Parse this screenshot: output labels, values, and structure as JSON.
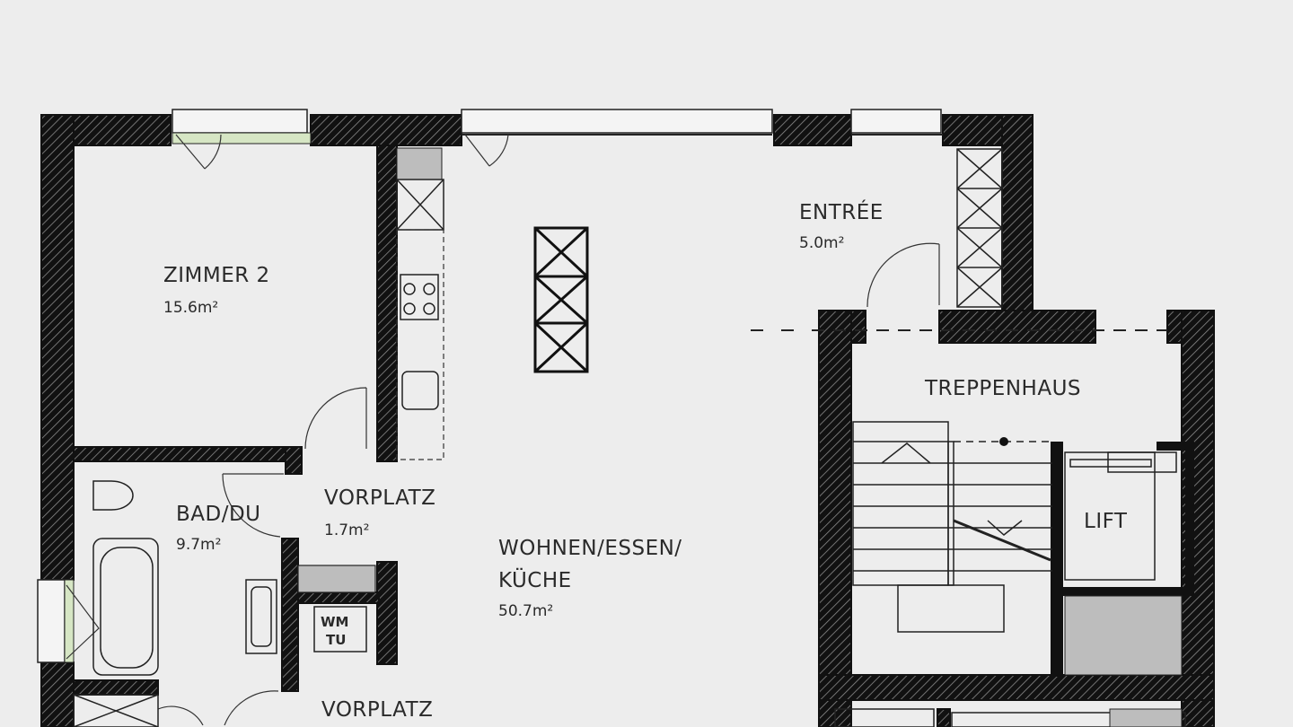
{
  "rooms": {
    "zimmer2": {
      "name": "ZIMMER 2",
      "area": "15.6m²"
    },
    "entree": {
      "name": "ENTRÉE",
      "area": "5.0m²"
    },
    "treppenhaus": {
      "name": "TREPPENHAUS"
    },
    "lift": {
      "name": "LIFT"
    },
    "bad": {
      "name": "BAD/DU",
      "area": "9.7m²"
    },
    "vorplatz1": {
      "name": "VORPLATZ",
      "area": "1.7m²"
    },
    "wohnen": {
      "name_line1": "WOHNEN/ESSEN/",
      "name_line2": "KÜCHE",
      "area": "50.7m²"
    },
    "vorplatz2": {
      "name": "VORPLATZ"
    },
    "wmtu": {
      "line1": "WM",
      "line2": "TU"
    }
  },
  "colors": {
    "background": "#ededed",
    "wall": "#111111",
    "grey_fill": "#bdbdbd",
    "window_sill": "#d6e6c4"
  }
}
